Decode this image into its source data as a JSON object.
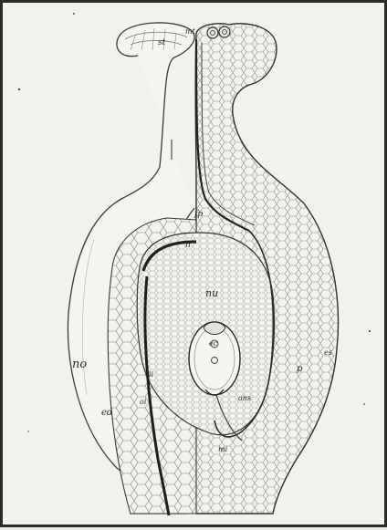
{
  "figure": {
    "labels": {
      "st": "st",
      "mt": "mt",
      "fp": "fp",
      "nu": "nu",
      "n": "n",
      "ec": "ec",
      "es": "es",
      "ii": "ii",
      "oi": "oi",
      "ans": "ans",
      "mi": "mi",
      "p": "p",
      "no": "no",
      "ed": "ed"
    }
  }
}
